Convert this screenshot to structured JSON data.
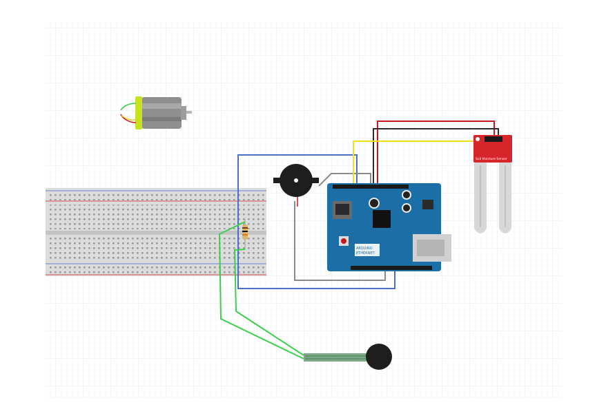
{
  "canvas": {
    "background": "#ffffff",
    "grid_color": "#dfe7ef",
    "grid": true
  },
  "components": {
    "dc_motor": {
      "name": "DC motor"
    },
    "breadboard": {
      "name": "breadboard"
    },
    "resistor": {
      "name": "resistor"
    },
    "piezo_buzzer": {
      "name": "piezo buzzer"
    },
    "arduino_board": {
      "name": "Arduino Ethernet board",
      "brand_text": "ARDUINO",
      "model_text": "ETHERNET",
      "color": "#1b6fa6"
    },
    "soil_moisture_sensor": {
      "name": "soil moisture sensor",
      "label_text": "Soil Moisture Sensor",
      "color": "#d6262b"
    },
    "force_sensor": {
      "name": "force sensitive resistor"
    }
  },
  "wire_colors": {
    "red": "#c8181e",
    "black": "#2b2b2b",
    "yellow": "#f2e21a",
    "blue": "#4a6fc9",
    "gray": "#8a8a8a",
    "green": "#3ccf4a"
  }
}
